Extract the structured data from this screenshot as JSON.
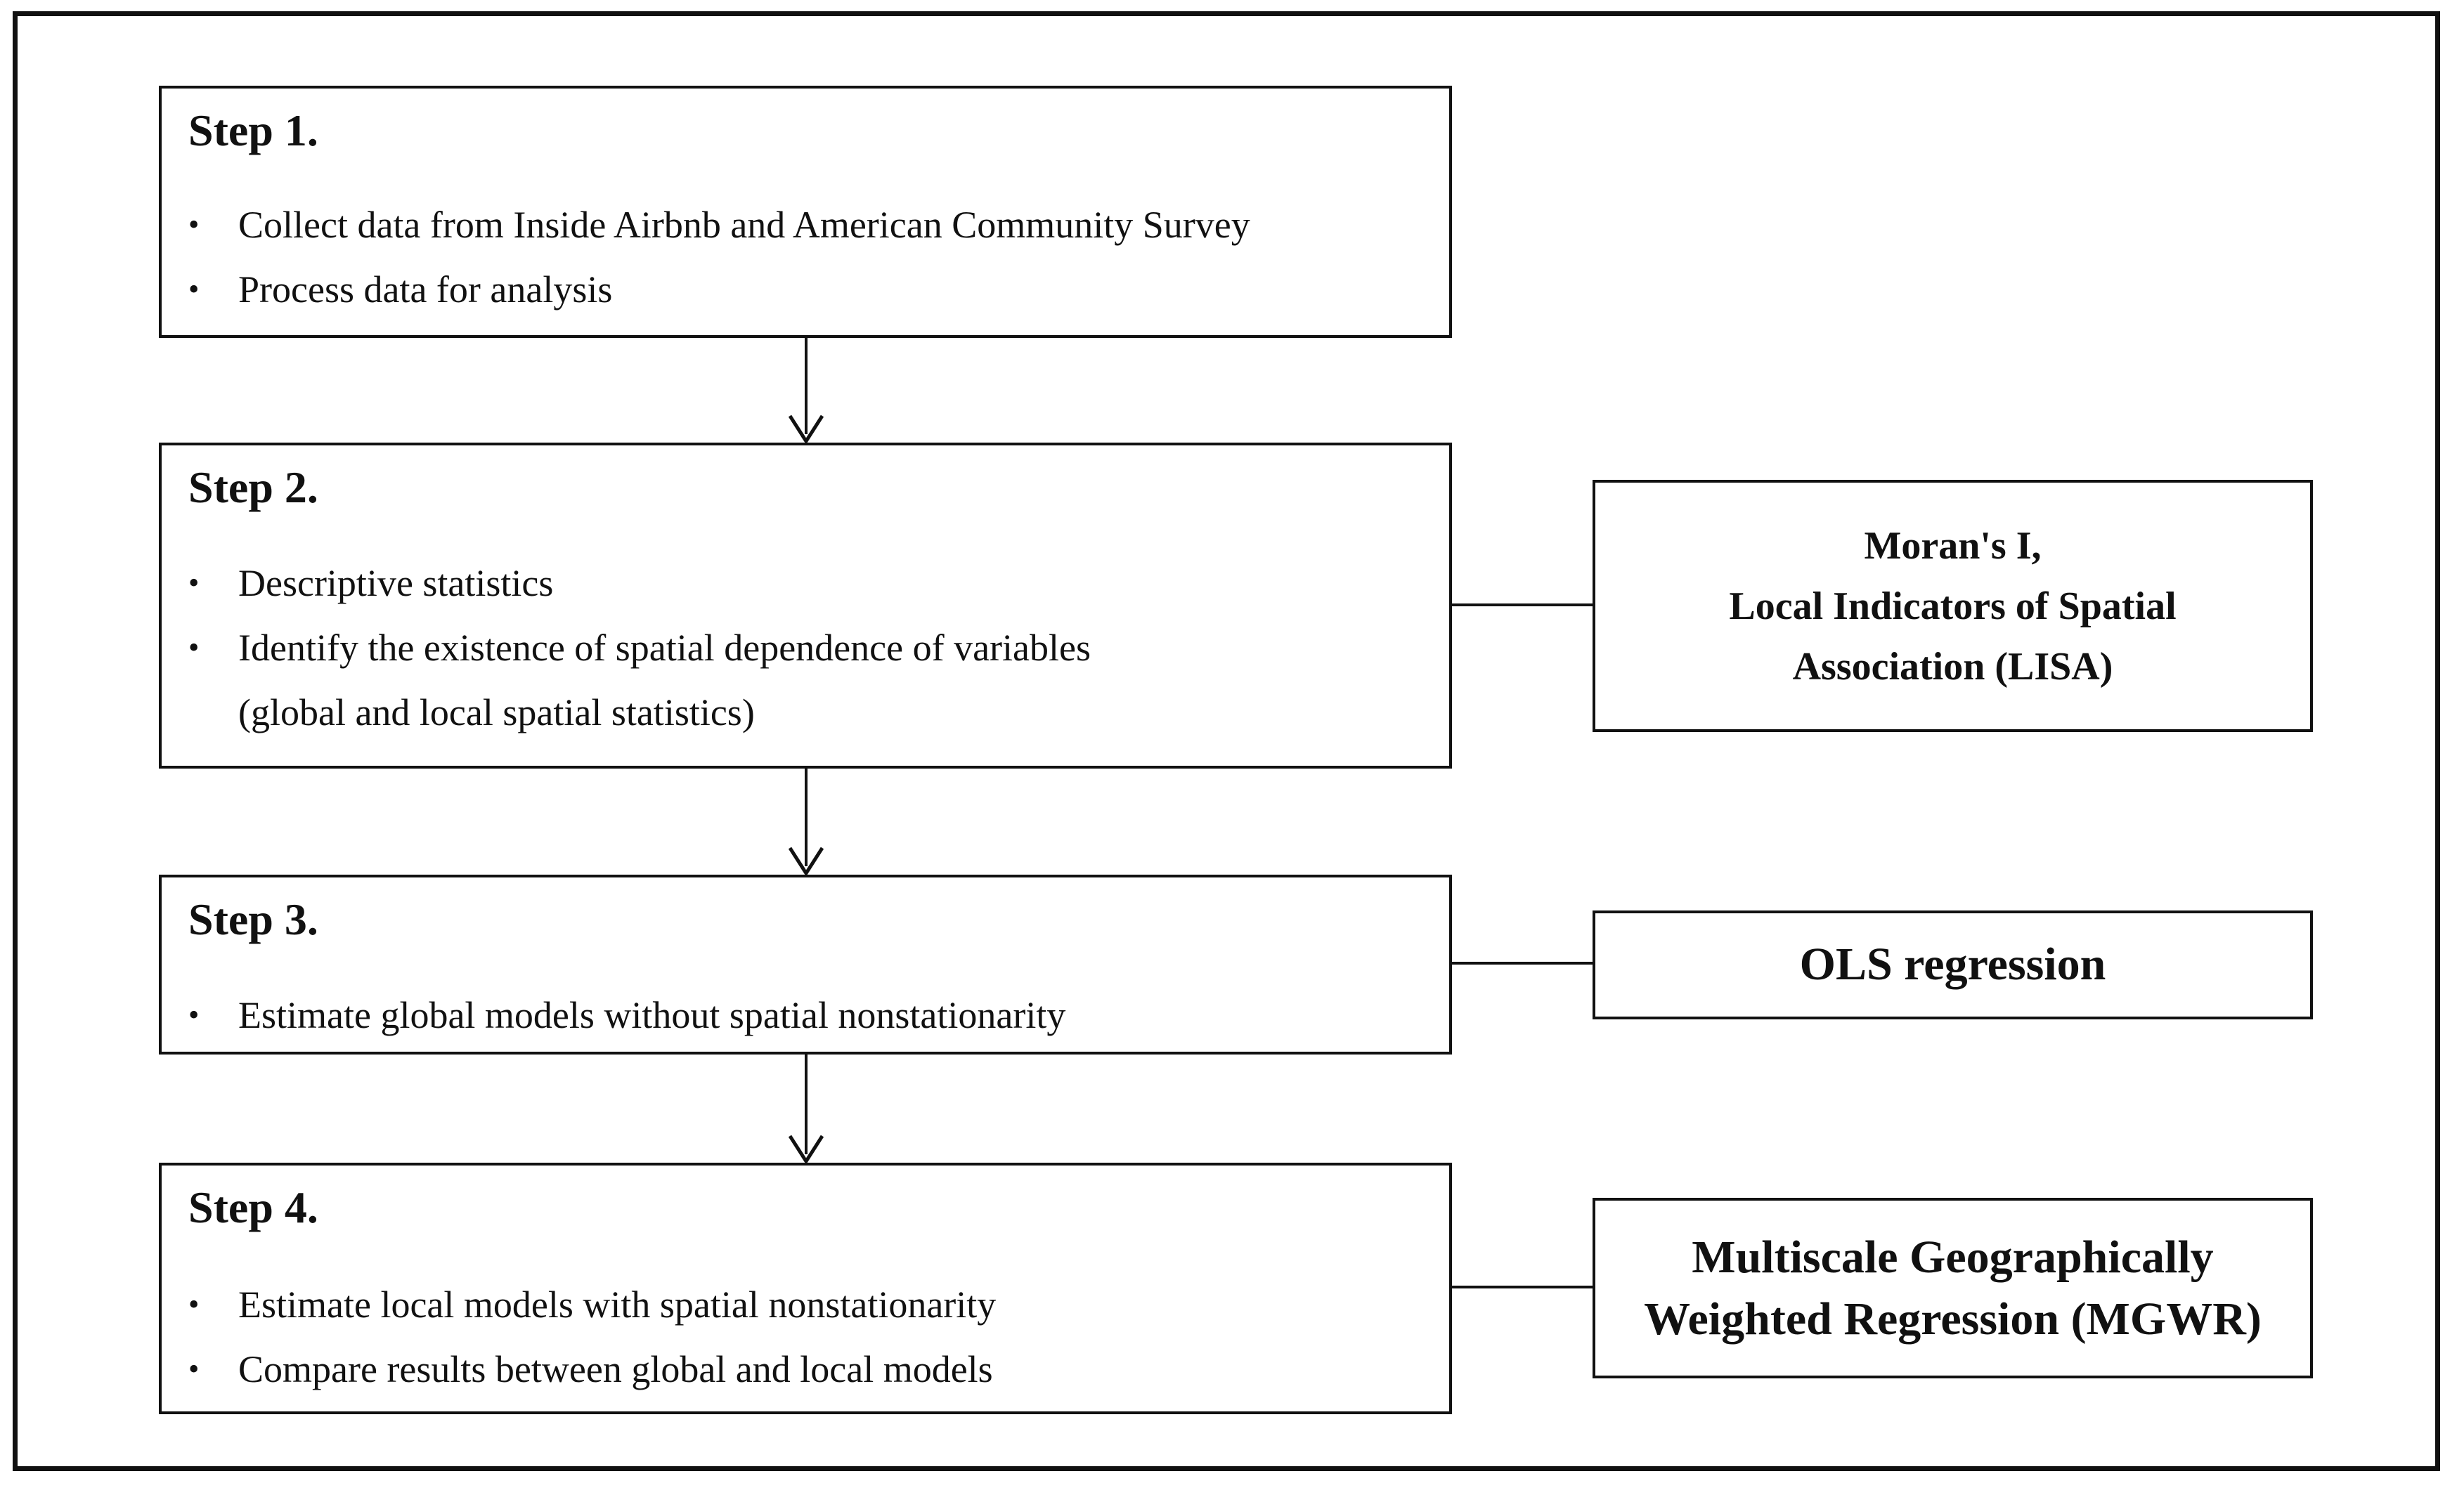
{
  "steps": [
    {
      "title": "Step 1.",
      "bullets": [
        "Collect data from Inside Airbnb and American Community Survey",
        "Process data for analysis"
      ]
    },
    {
      "title": "Step 2.",
      "bullets": [
        "Descriptive statistics",
        "Identify the existence of spatial dependence of variables"
      ],
      "continuation": "(global and local spatial statistics)"
    },
    {
      "title": "Step 3.",
      "bullets": [
        "Estimate global models without spatial nonstationarity"
      ]
    },
    {
      "title": "Step 4.",
      "bullets": [
        "Estimate local models with spatial nonstationarity",
        "Compare results between global and local models"
      ]
    }
  ],
  "methods": {
    "step2": "Moran's I,\nLocal Indicators of Spatial\nAssociation (LISA)",
    "step3": "OLS regression",
    "step4": "Multiscale Geographically\nWeighted Regression (MGWR)"
  }
}
